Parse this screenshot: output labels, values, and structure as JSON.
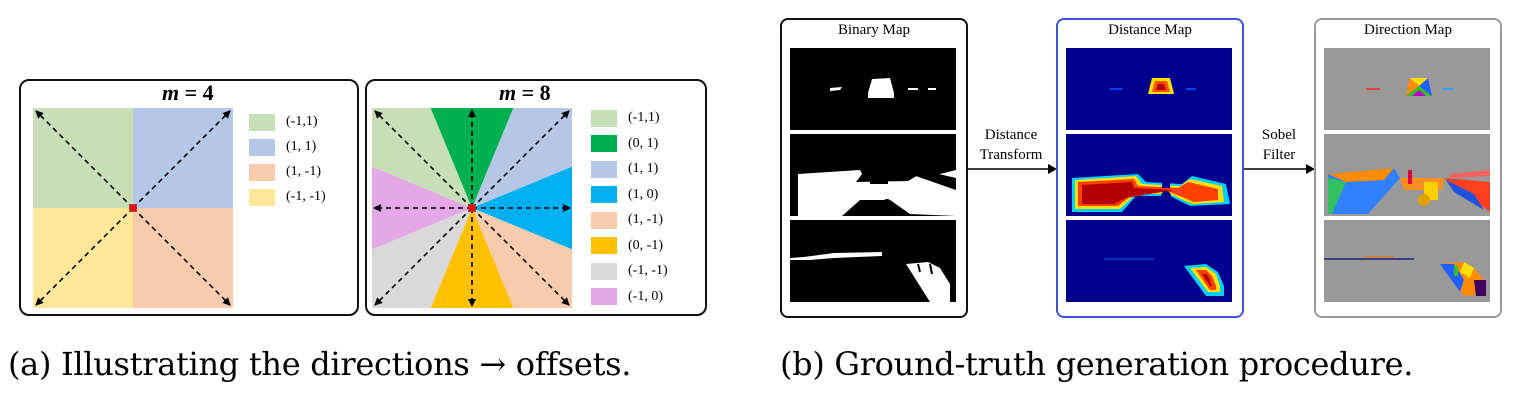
{
  "panel_a": {
    "m4": {
      "title_var": "m",
      "title_eq": " = 4",
      "legend": [
        {
          "label": "(-1,1)",
          "color": "#c6dfb7"
        },
        {
          "label": "(1, 1)",
          "color": "#b4c7e7"
        },
        {
          "label": "(1, -1)",
          "color": "#f8cbad"
        },
        {
          "label": "(-1, -1)",
          "color": "#ffe699"
        }
      ]
    },
    "m8": {
      "title_var": "m",
      "title_eq": " = 8",
      "legend": [
        {
          "label": "(-1,1)",
          "color": "#c6dfb7"
        },
        {
          "label": "(0, 1)",
          "color": "#00b050"
        },
        {
          "label": "(1, 1)",
          "color": "#b4c7e7"
        },
        {
          "label": "(1, 0)",
          "color": "#00b0f0"
        },
        {
          "label": "(1, -1)",
          "color": "#f8cbad"
        },
        {
          "label": "(0, -1)",
          "color": "#ffc000"
        },
        {
          "label": "(-1, -1)",
          "color": "#d9d9d9"
        },
        {
          "label": "(-1, 0)",
          "color": "#e4a8e6"
        }
      ]
    },
    "caption": "(a) Illustrating the directions → offsets."
  },
  "panel_b": {
    "binary_map_title": "Binary Map",
    "distance_map_title": "Distance Map",
    "direction_map_title": "Direction Map",
    "arrow1_line1": "Distance",
    "arrow1_line2": "Transform",
    "arrow2_line1": "Sobel",
    "arrow2_line2": "Filter",
    "caption": "(b) Ground-truth generation procedure.",
    "colors": {
      "distance_border": "#3a55d8",
      "direction_border": "#9a9a9a",
      "jet_background": "#00008f"
    }
  }
}
